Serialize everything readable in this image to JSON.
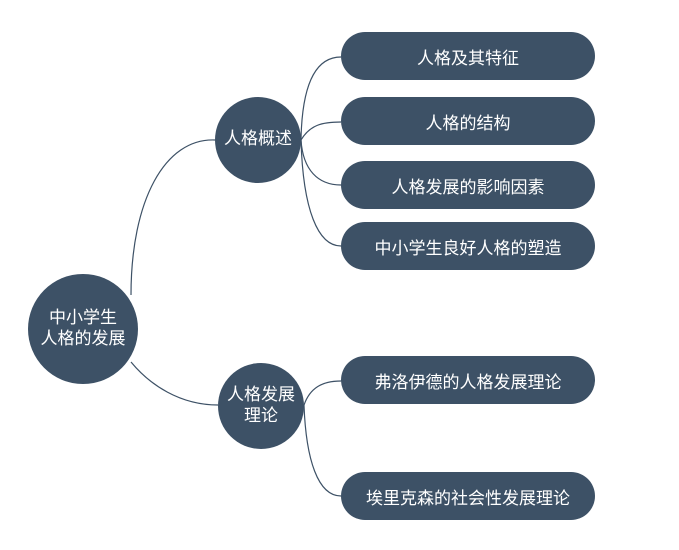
{
  "mindmap": {
    "root": {
      "label": "中小学生\n人格的发展"
    },
    "branches": [
      {
        "label": "人格概述",
        "children": [
          {
            "label": "人格及其特征"
          },
          {
            "label": "人格的结构"
          },
          {
            "label": "人格发展的影响因素"
          },
          {
            "label": "中小学生良好人格的塑造"
          }
        ]
      },
      {
        "label": "人格发展\n理论",
        "children": [
          {
            "label": "弗洛伊德的人格发展理论"
          },
          {
            "label": "埃里克森的社会性发展理论"
          }
        ]
      }
    ],
    "colors": {
      "node_fill": "#3d5166",
      "node_text": "#ffffff",
      "connector": "#3d5166",
      "background": "#ffffff"
    }
  }
}
